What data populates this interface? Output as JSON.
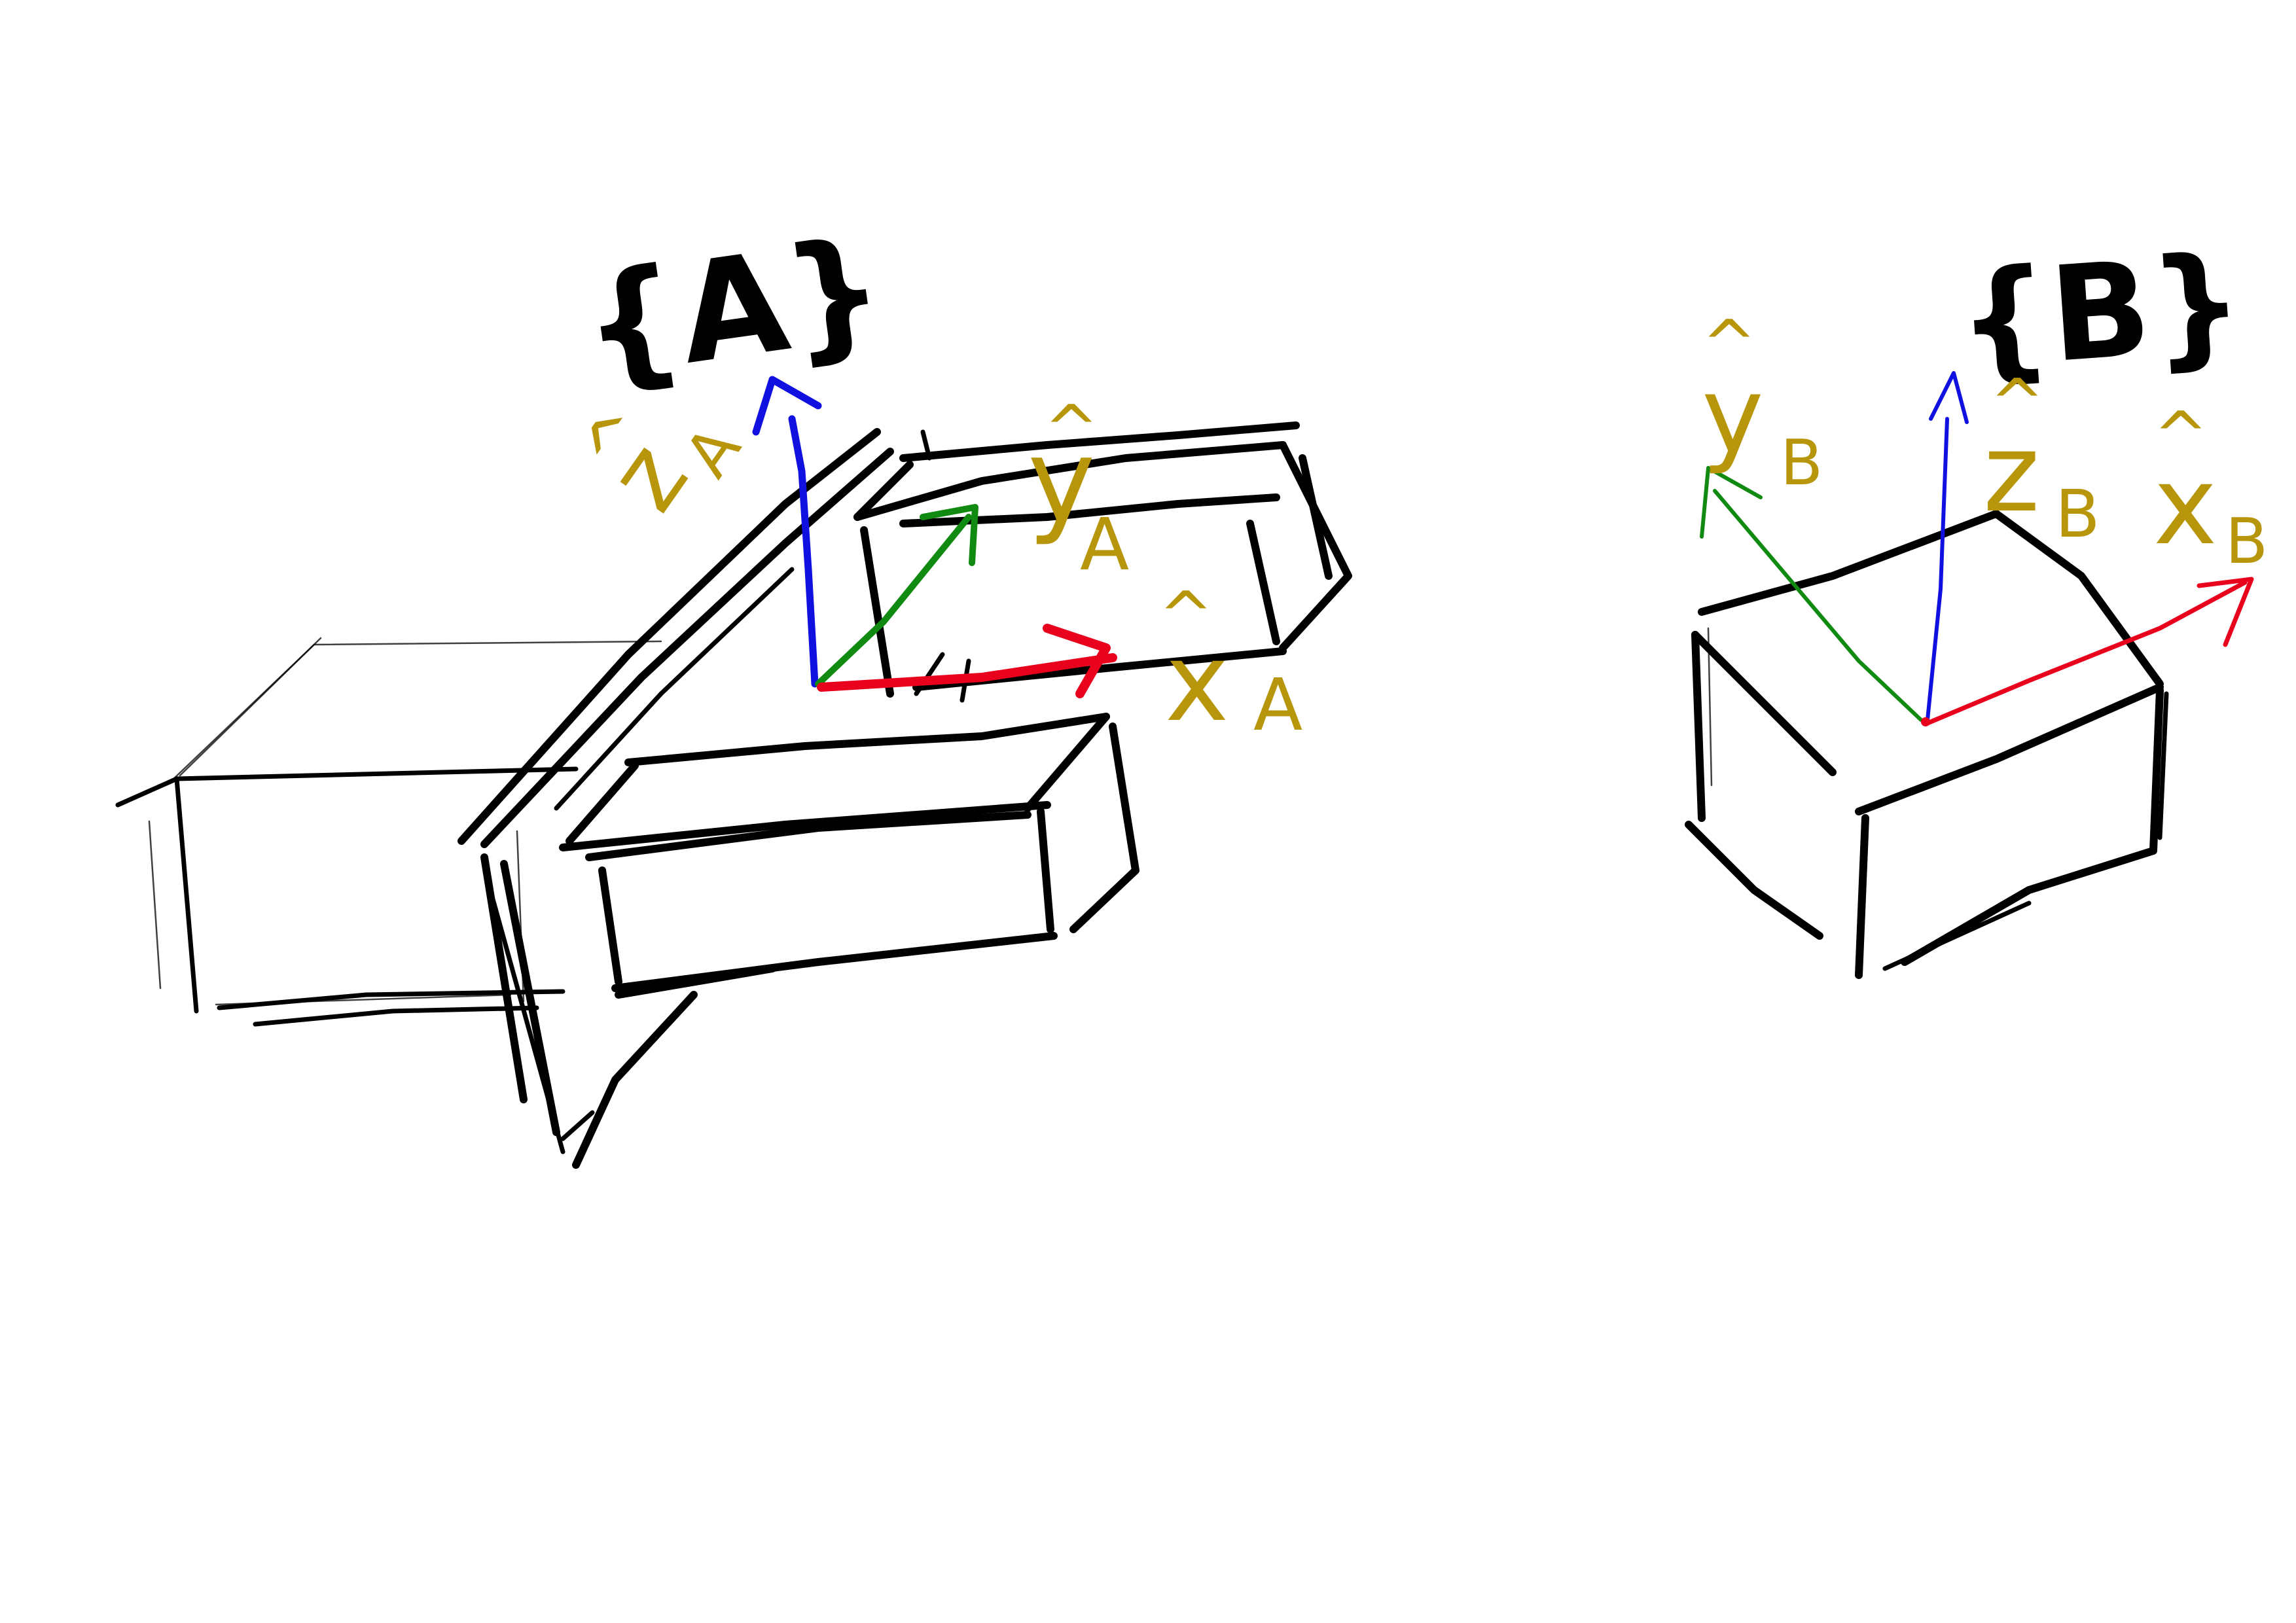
{
  "colors": {
    "ink": "#000000",
    "label": "#b8960c",
    "x_axis": "#e8001c",
    "y_axis": "#118a12",
    "z_axis": "#1010e0",
    "background": "#ffffff"
  },
  "frame_a": {
    "name": "{A}",
    "axes": {
      "x": {
        "letter": "x",
        "subscript": "A",
        "hat": "^"
      },
      "y": {
        "letter": "y",
        "subscript": "A",
        "hat": "^"
      },
      "z": {
        "letter": "z",
        "subscript": "A",
        "hat": "^"
      }
    }
  },
  "frame_b": {
    "name": "{B}",
    "axes": {
      "x": {
        "letter": "x",
        "subscript": "B",
        "hat": "^"
      },
      "y": {
        "letter": "y",
        "subscript": "B",
        "hat": "^"
      },
      "z": {
        "letter": "z",
        "subscript": "B",
        "hat": "^"
      }
    }
  }
}
